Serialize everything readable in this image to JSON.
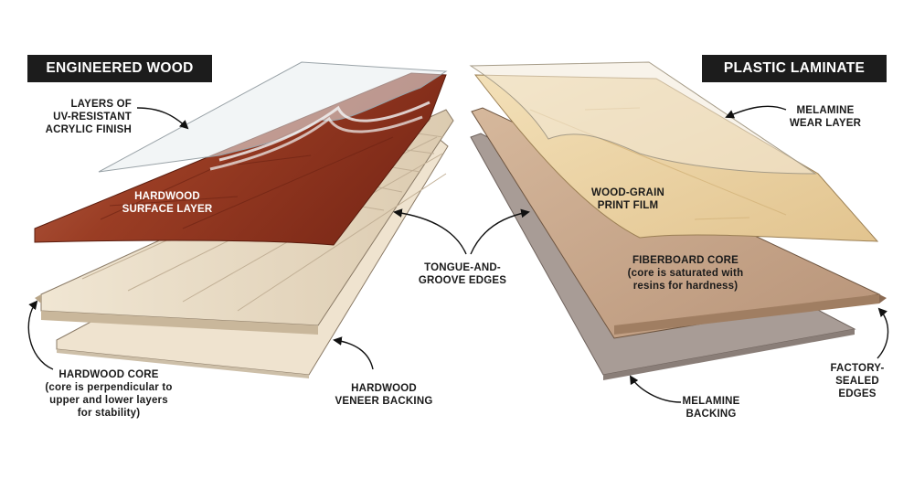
{
  "headers": {
    "left": "ENGINEERED WOOD",
    "right": "PLASTIC LAMINATE"
  },
  "labels": {
    "uv_finish": [
      "LAYERS OF",
      "UV-RESISTANT",
      "ACRYLIC FINISH"
    ],
    "hardwood_surface": [
      "HARDWOOD",
      "SURFACE LAYER"
    ],
    "hardwood_core": [
      "HARDWOOD CORE",
      "(core is perpendicular to",
      "upper and lower layers",
      "for stability)"
    ],
    "hardwood_veneer": [
      "HARDWOOD",
      "VENEER BACKING"
    ],
    "tongue_groove": [
      "TONGUE-AND-",
      "GROOVE EDGES"
    ],
    "melamine_wear": [
      "MELAMINE",
      "WEAR LAYER"
    ],
    "wood_grain": [
      "WOOD-GRAIN",
      "PRINT FILM"
    ],
    "fiberboard": [
      "FIBERBOARD CORE",
      "(core is saturated with",
      "resins for hardness)"
    ],
    "melamine_backing": [
      "MELAMINE",
      "BACKING"
    ],
    "factory_sealed": [
      "FACTORY-",
      "SEALED",
      "EDGES"
    ]
  },
  "colors": {
    "hardwood_surface": "#9a3d24",
    "acrylic_finish": "#e8ecef",
    "hardwood_core": "#e9dcc4",
    "veneer_backing": "#efe3cf",
    "print_film": "#ecd3a0",
    "fiberboard": "#c9a98c",
    "melamine_backing": "#a89c96",
    "header_bg": "#1c1c1c"
  }
}
